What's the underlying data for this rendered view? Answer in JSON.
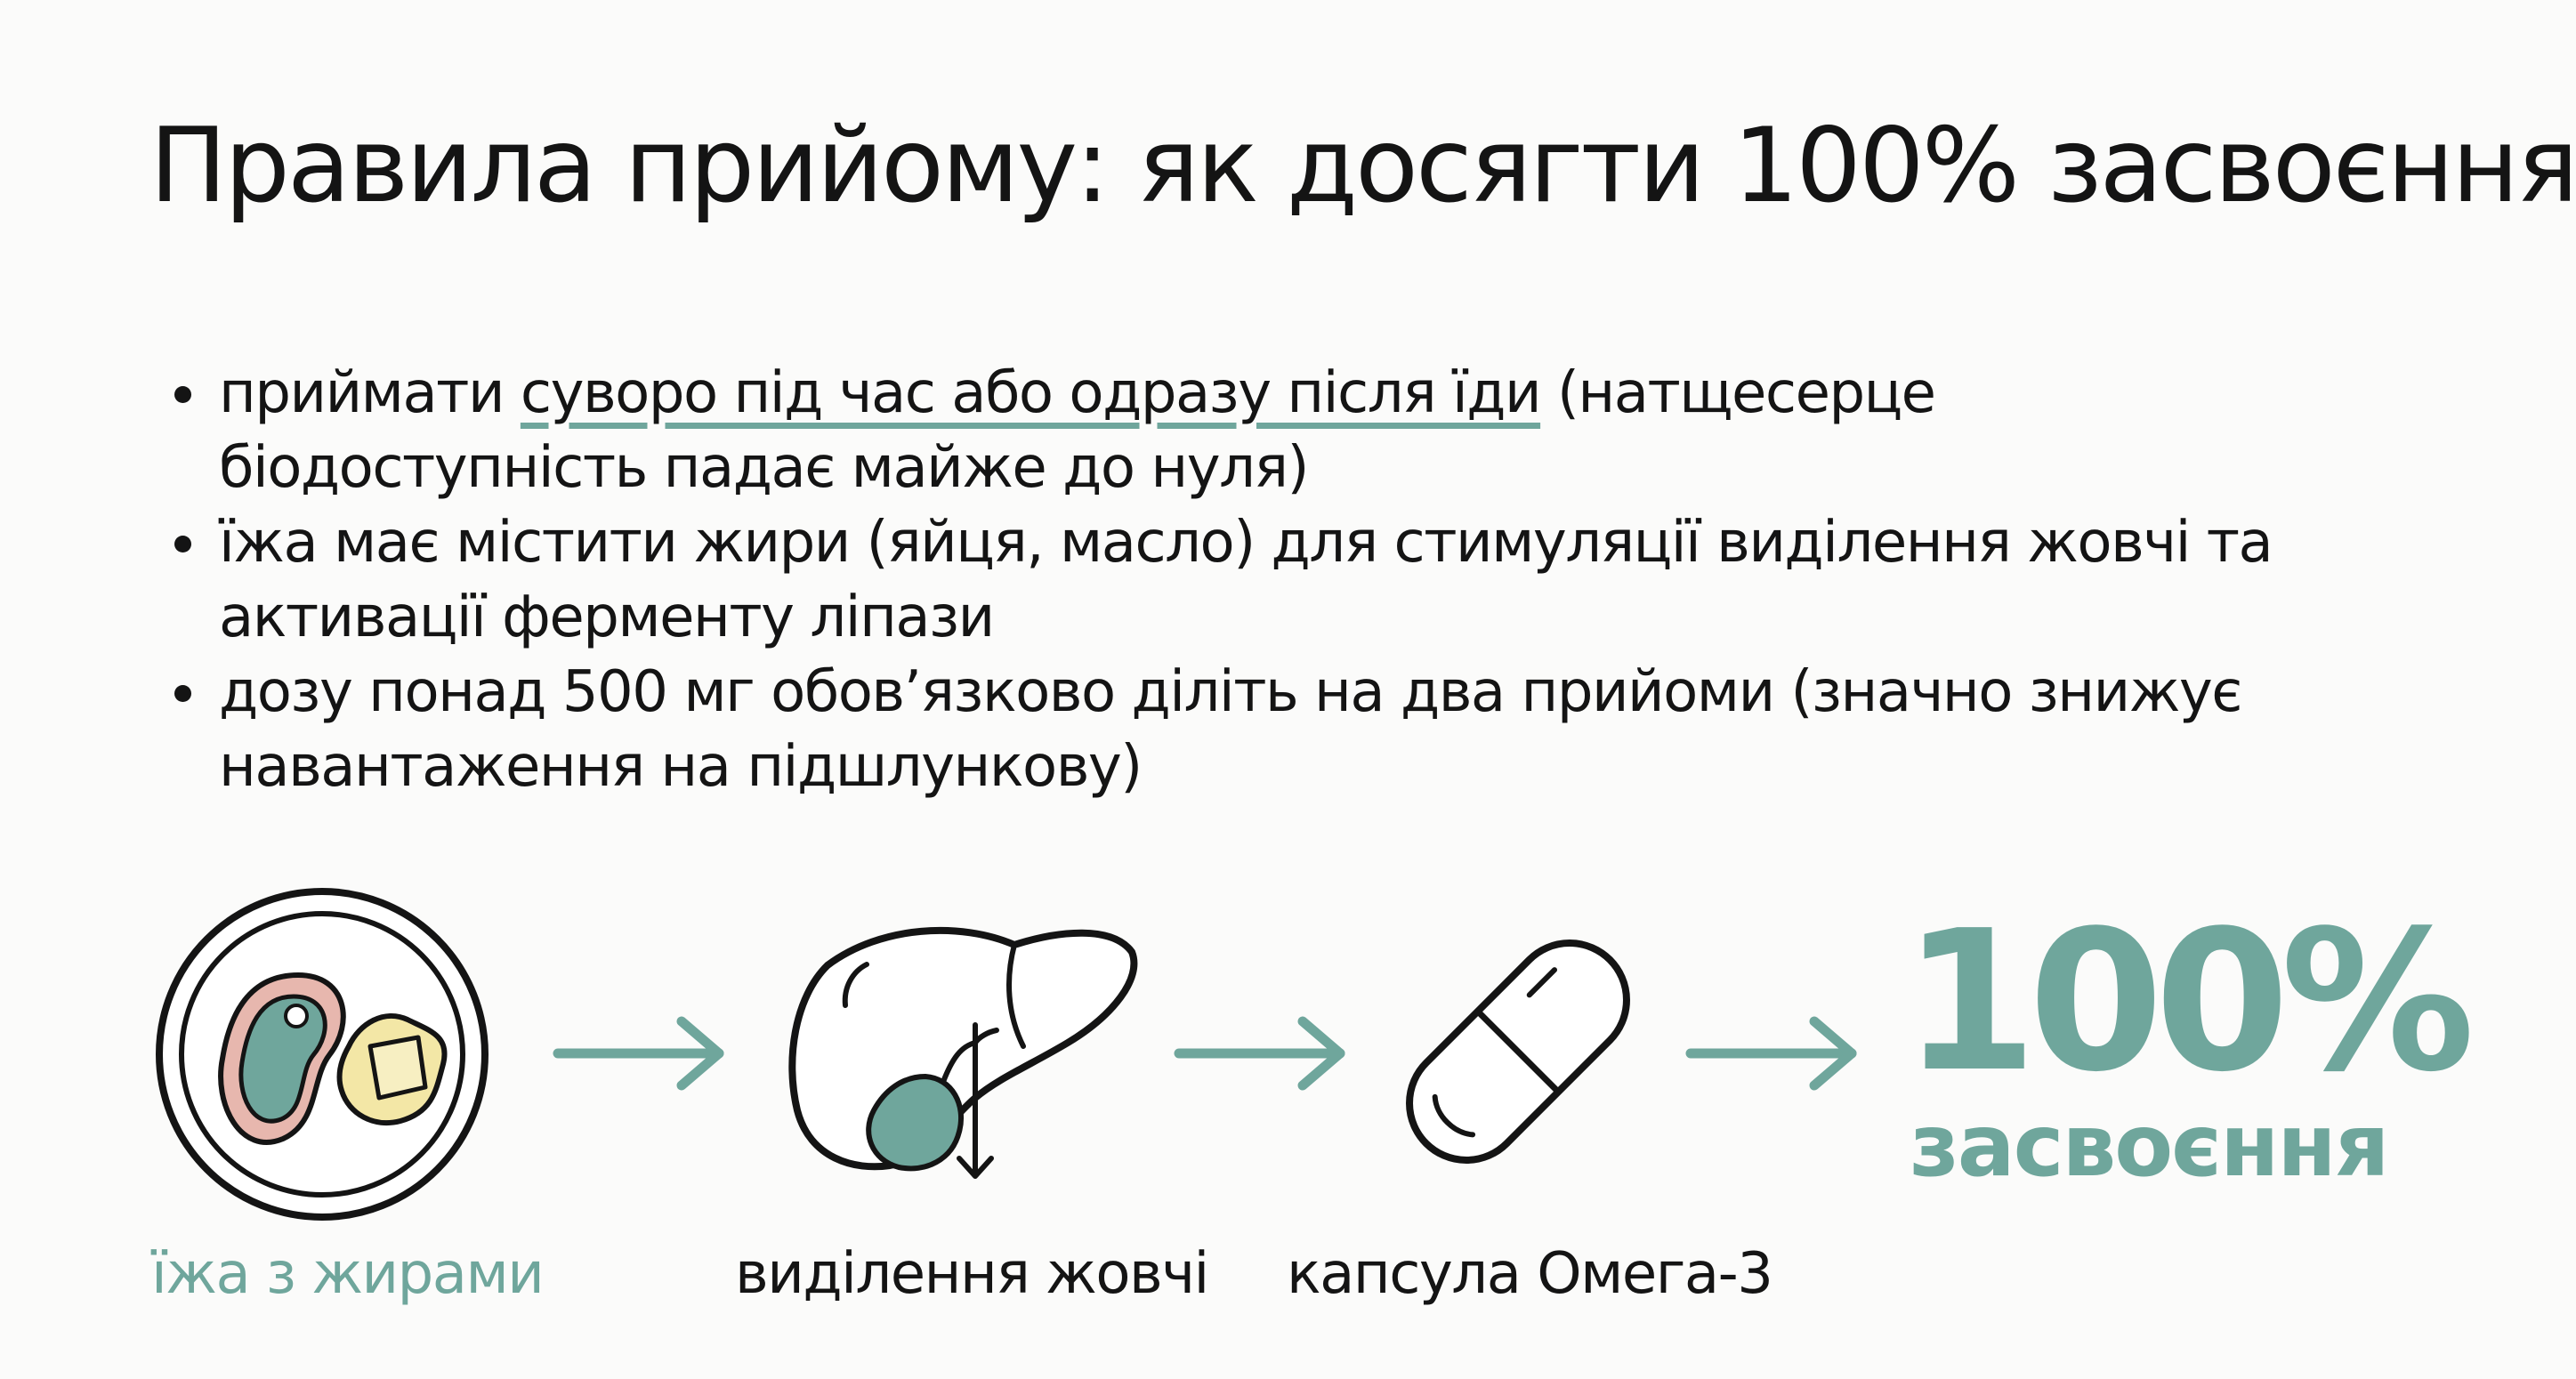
{
  "title": "Правила прийому: як досягти 100% засвоєння",
  "bullets": [
    {
      "highlight_before": "приймати ",
      "highlight": "суворо під час або одразу після їди",
      "highlight_after": " (натщесерце біодоступність падає майже до нуля)"
    },
    {
      "text": "їжа має містити жири (яйця, масло) для стимуляції виділення жовчі та активації ферменту ліпази"
    },
    {
      "text": "дозу понад 500 мг обов’язково діліть на два прийоми (значно знижує навантаження на підшлункову)"
    }
  ],
  "flow": {
    "steps": [
      {
        "label": "їжа з жирами",
        "icon": "plate-icon"
      },
      {
        "label": "виділення жовчі",
        "icon": "liver-icon"
      },
      {
        "label": "капсула Омега-3",
        "icon": "capsule-icon"
      }
    ],
    "result": {
      "value": "100%",
      "label": "засвоєння"
    }
  },
  "colors": {
    "accent": "#6fa69c",
    "text": "#141414",
    "butter": "#f3e7a6",
    "steak_rim": "#e7b7ae"
  }
}
